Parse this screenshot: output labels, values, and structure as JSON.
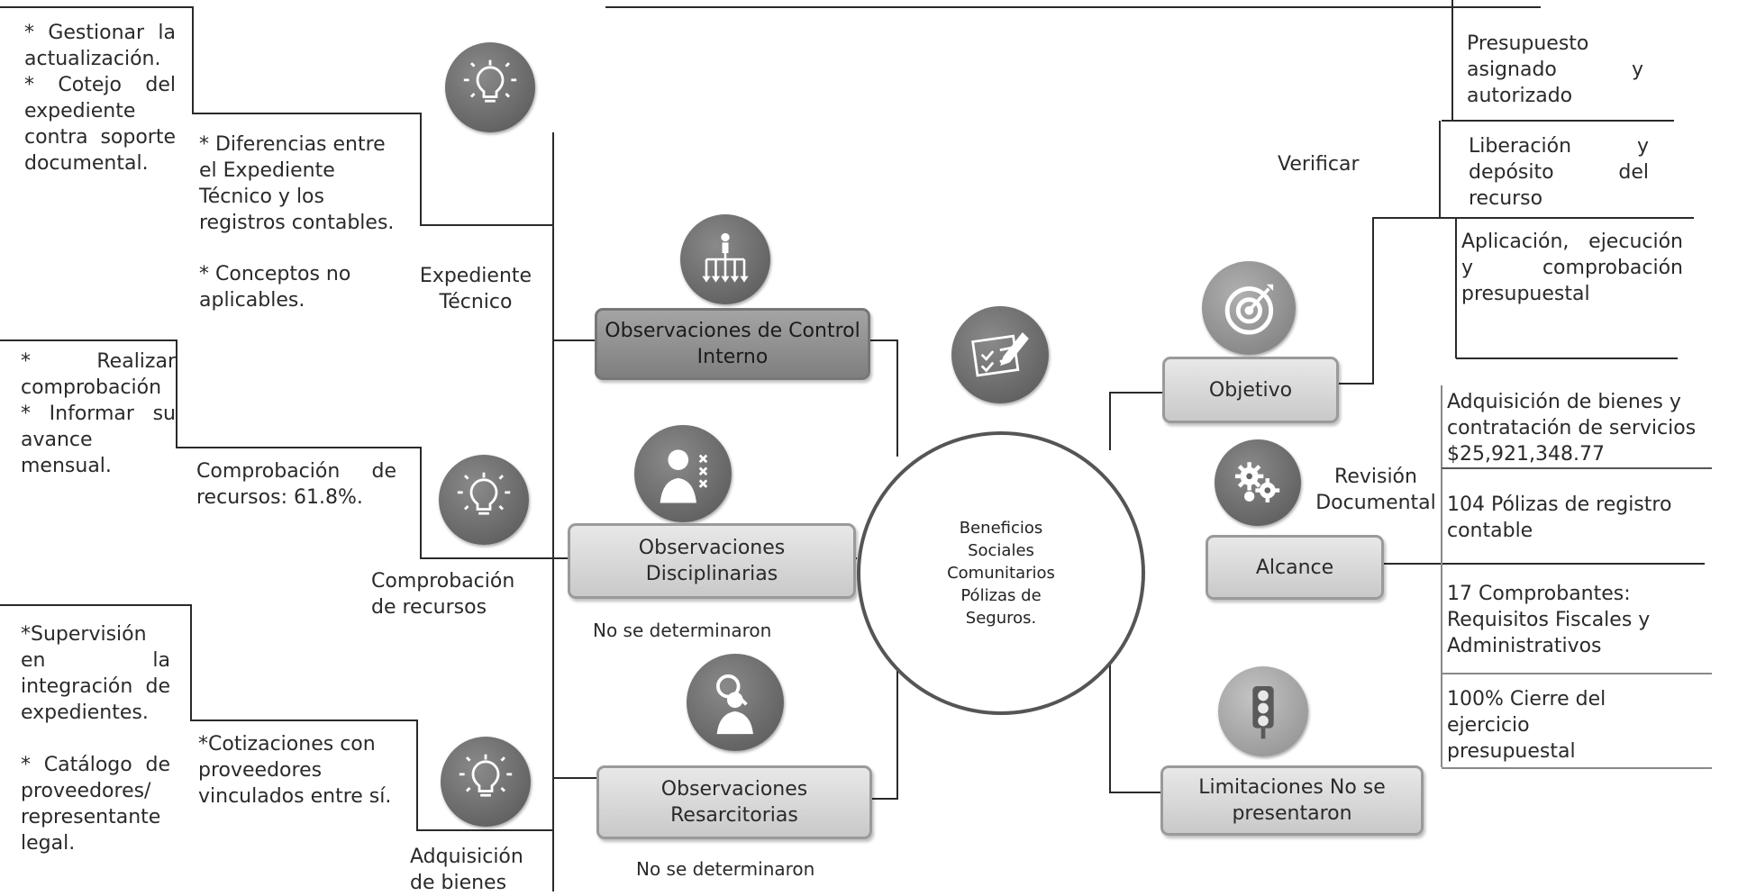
{
  "left_column": {
    "expediente": {
      "actions": "* Gestionar la actualización. * Cotejo del expediente contra soporte documental.",
      "findings_line1": "* Diferencias entre el Expediente Técnico y los registros contables.",
      "findings_line2": "* Conceptos no aplicables.",
      "label": "Expediente Técnico"
    },
    "comprobacion": {
      "actions_line1": "* Realizar comprobación",
      "actions_line2": "* Informar su avance mensual.",
      "findings": "Comprobación de recursos: 61.8%.",
      "label": "Comprobación de recursos"
    },
    "adquisicion": {
      "actions_line1": "*Supervisión en la integración de expedientes.",
      "actions_line2": "* Catálogo de proveedores/ representante legal.",
      "findings": "*Cotizaciones con proveedores vinculados entre sí.",
      "label": "Adquisición de bienes"
    }
  },
  "observations": {
    "control_interno": "Observaciones de Control Interno",
    "disciplinarias": "Observaciones Disciplinarias",
    "disciplinarias_note": "No se determinaron",
    "resarcitorias": "Observaciones Resarcitorias",
    "resarcitorias_note": "No se determinaron"
  },
  "center": {
    "title": "Beneficios Sociales Comunitarios Pólizas de Seguros."
  },
  "right_column": {
    "verificar_label": "Verificar",
    "objetivo_label": "Objetivo",
    "objetivo_items": [
      "Presupuesto asignado y autorizado",
      "Liberación y depósito del recurso",
      "Aplicación, ejecución y comprobación presupuestal"
    ],
    "revision_label": "Revisión Documental",
    "alcance_label": "Alcance",
    "alcance_items": [
      "Adquisición de bienes y contratación de servicios $25,921,348.77",
      "104 Pólizas de registro contable",
      "17 Comprobantes: Requisitos Fiscales y Administrativos",
      "100% Cierre del ejercicio presupuestal"
    ],
    "limitaciones_label": "Limitaciones No se presentaron"
  },
  "icons": [
    "lightbulb-icon",
    "hierarchy-icon",
    "doctor-cross-icon",
    "magnifier-person-icon",
    "checklist-icon",
    "target-icon",
    "gears-icon",
    "traffic-light-icon"
  ]
}
